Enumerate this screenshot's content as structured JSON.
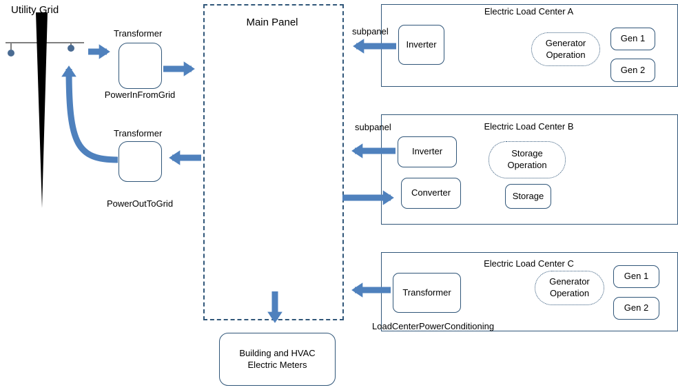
{
  "diagram": {
    "utility_grid": {
      "label": "Utility Grid"
    },
    "transformer_in": {
      "label": "Transformer",
      "caption": "PowerInFromGrid"
    },
    "transformer_out": {
      "label": "Transformer",
      "caption": "PowerOutToGrid"
    },
    "main_panel": {
      "label": "Main Panel"
    },
    "load_center_a": {
      "title": "Electric Load Center A",
      "subpanel": "subpanel",
      "inverter": "Inverter",
      "generator_operation": "Generator Operation",
      "gen1": "Gen 1",
      "gen2": "Gen 2"
    },
    "load_center_b": {
      "title": "Electric Load Center B",
      "subpanel": "subpanel",
      "inverter": "Inverter",
      "converter": "Converter",
      "storage_operation": "Storage Operation",
      "storage": "Storage"
    },
    "load_center_c": {
      "title": "Electric Load Center C",
      "transformer": "Transformer",
      "generator_operation": "Generator Operation",
      "gen1": "Gen 1",
      "gen2": "Gen 2",
      "caption": "LoadCenterPowerConditioning"
    },
    "meters": {
      "label": "Building and HVAC Electric Meters"
    },
    "colors": {
      "arrow": "#4f81bd",
      "border": "#2f5578",
      "pole": "#000000"
    }
  }
}
